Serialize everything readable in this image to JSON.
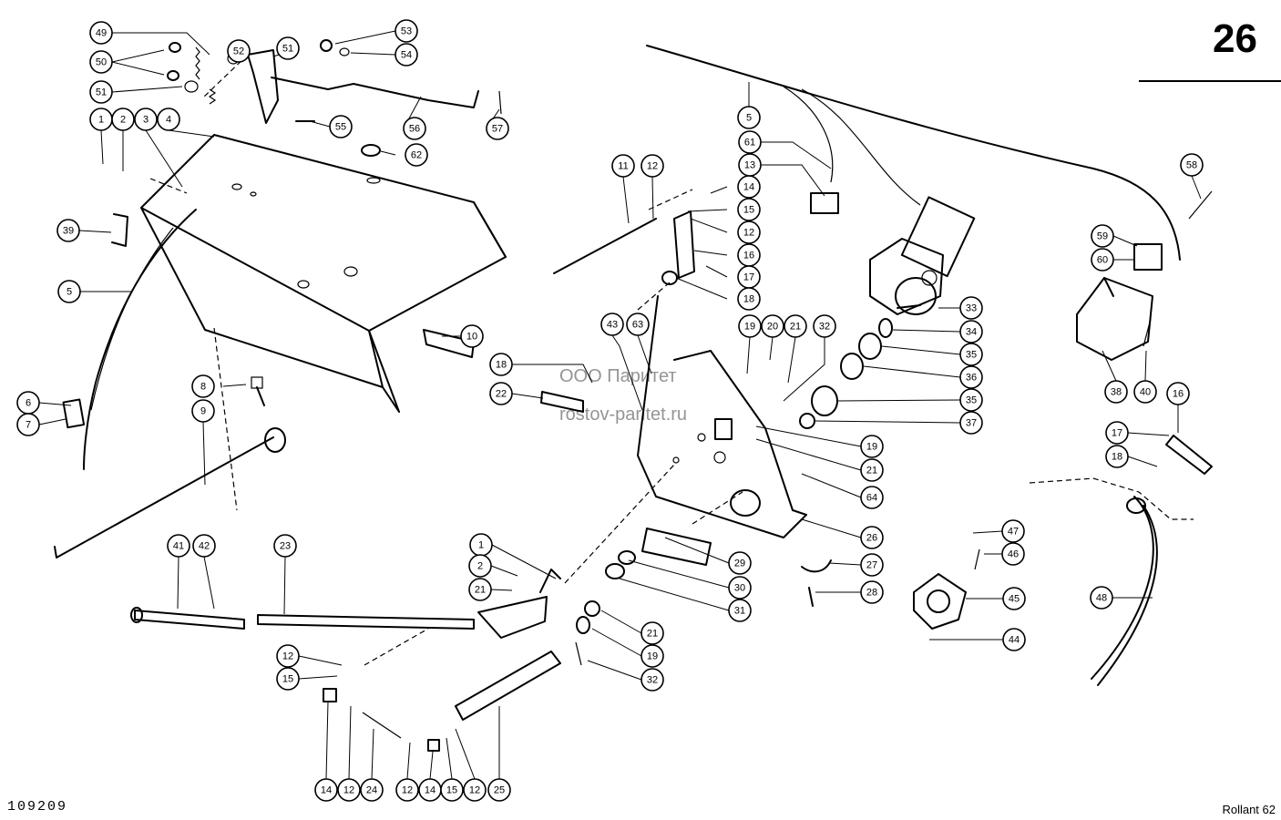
{
  "header": {
    "page_number": "26"
  },
  "footer": {
    "drawing_number": "109209",
    "model": "Rollant 62"
  },
  "watermark": {
    "line1": "ООО Паритет",
    "line2": "rostov-paritet.ru"
  },
  "callouts": [
    "49",
    "50",
    "51",
    "52",
    "51",
    "53",
    "54",
    "55",
    "56",
    "57",
    "62",
    "1",
    "2",
    "3",
    "4",
    "39",
    "5",
    "6",
    "7",
    "8",
    "9",
    "10",
    "11",
    "12",
    "14",
    "15",
    "12",
    "16",
    "17",
    "18",
    "5",
    "61",
    "13",
    "33",
    "34",
    "35",
    "36",
    "35",
    "37",
    "19",
    "20",
    "21",
    "32",
    "43",
    "63",
    "18",
    "22",
    "19",
    "21",
    "64",
    "26",
    "27",
    "28",
    "29",
    "30",
    "31",
    "21",
    "19",
    "32",
    "1",
    "2",
    "21",
    "41",
    "42",
    "23",
    "12",
    "15",
    "14",
    "12",
    "24",
    "12",
    "14",
    "15",
    "12",
    "25",
    "58",
    "59",
    "60",
    "38",
    "40",
    "16",
    "17",
    "18",
    "47",
    "46",
    "45",
    "44",
    "48"
  ]
}
